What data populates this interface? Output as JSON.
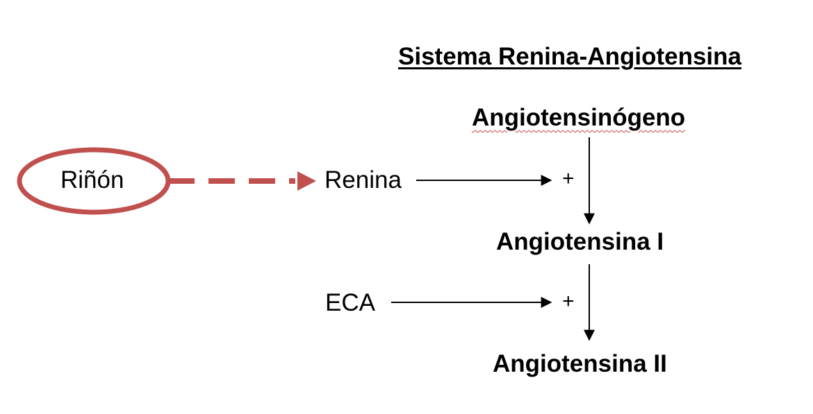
{
  "title": "Sistema Renina-Angiotensina",
  "nodes": {
    "angiotensinogeno": "Angiotensinógeno",
    "rinon": "Riñón",
    "renina": "Renina",
    "angiotensina_i": "Angiotensina I",
    "eca": "ECA",
    "angiotensina_ii": "Angiotensina II"
  },
  "operators": {
    "plus_1": "+",
    "plus_2": "+"
  },
  "colors": {
    "kidney_accent": "#c0504d",
    "arrow": "#000000",
    "spellcheck_underline": "#d04040"
  }
}
